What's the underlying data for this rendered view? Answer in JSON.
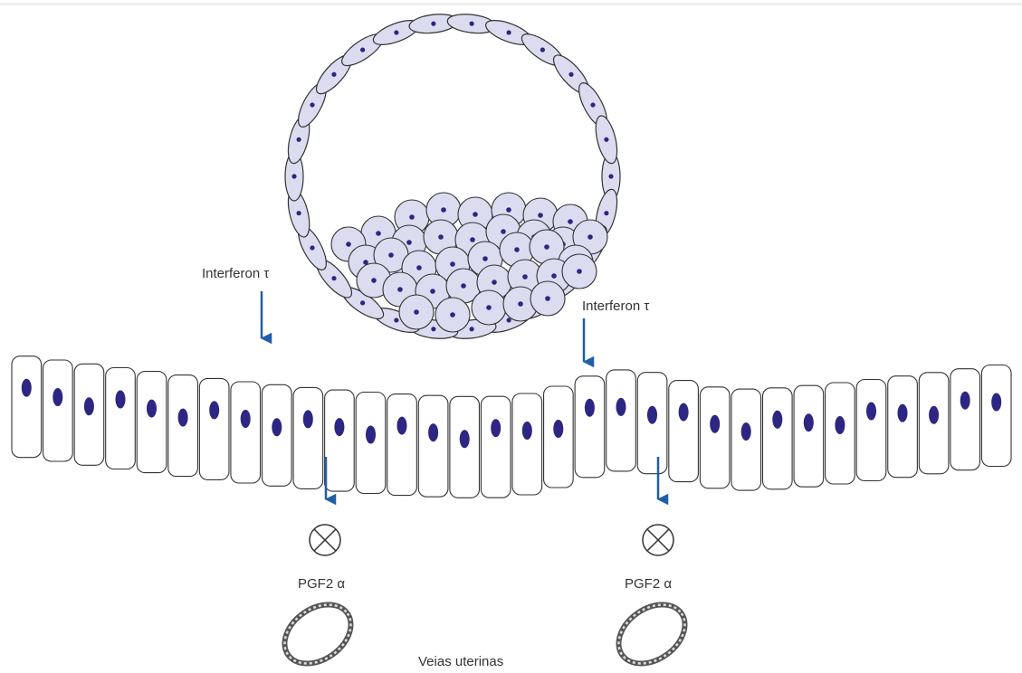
{
  "labels": {
    "interferon_left": "Interferon τ",
    "interferon_right": "Interferon τ",
    "pgf_left": "PGF2 α",
    "pgf_right": "PGF2 α",
    "veins": "Veias uterinas"
  },
  "colors": {
    "cell_fill": "#dcdcf0",
    "nucleus": "#2d2682",
    "arrow": "#1f5ea8",
    "epithelium_fill": "#ffffff",
    "outline": "#333333"
  },
  "icons": {
    "inhibition": "circle-x-icon",
    "vein": "vessel-ring-icon"
  }
}
